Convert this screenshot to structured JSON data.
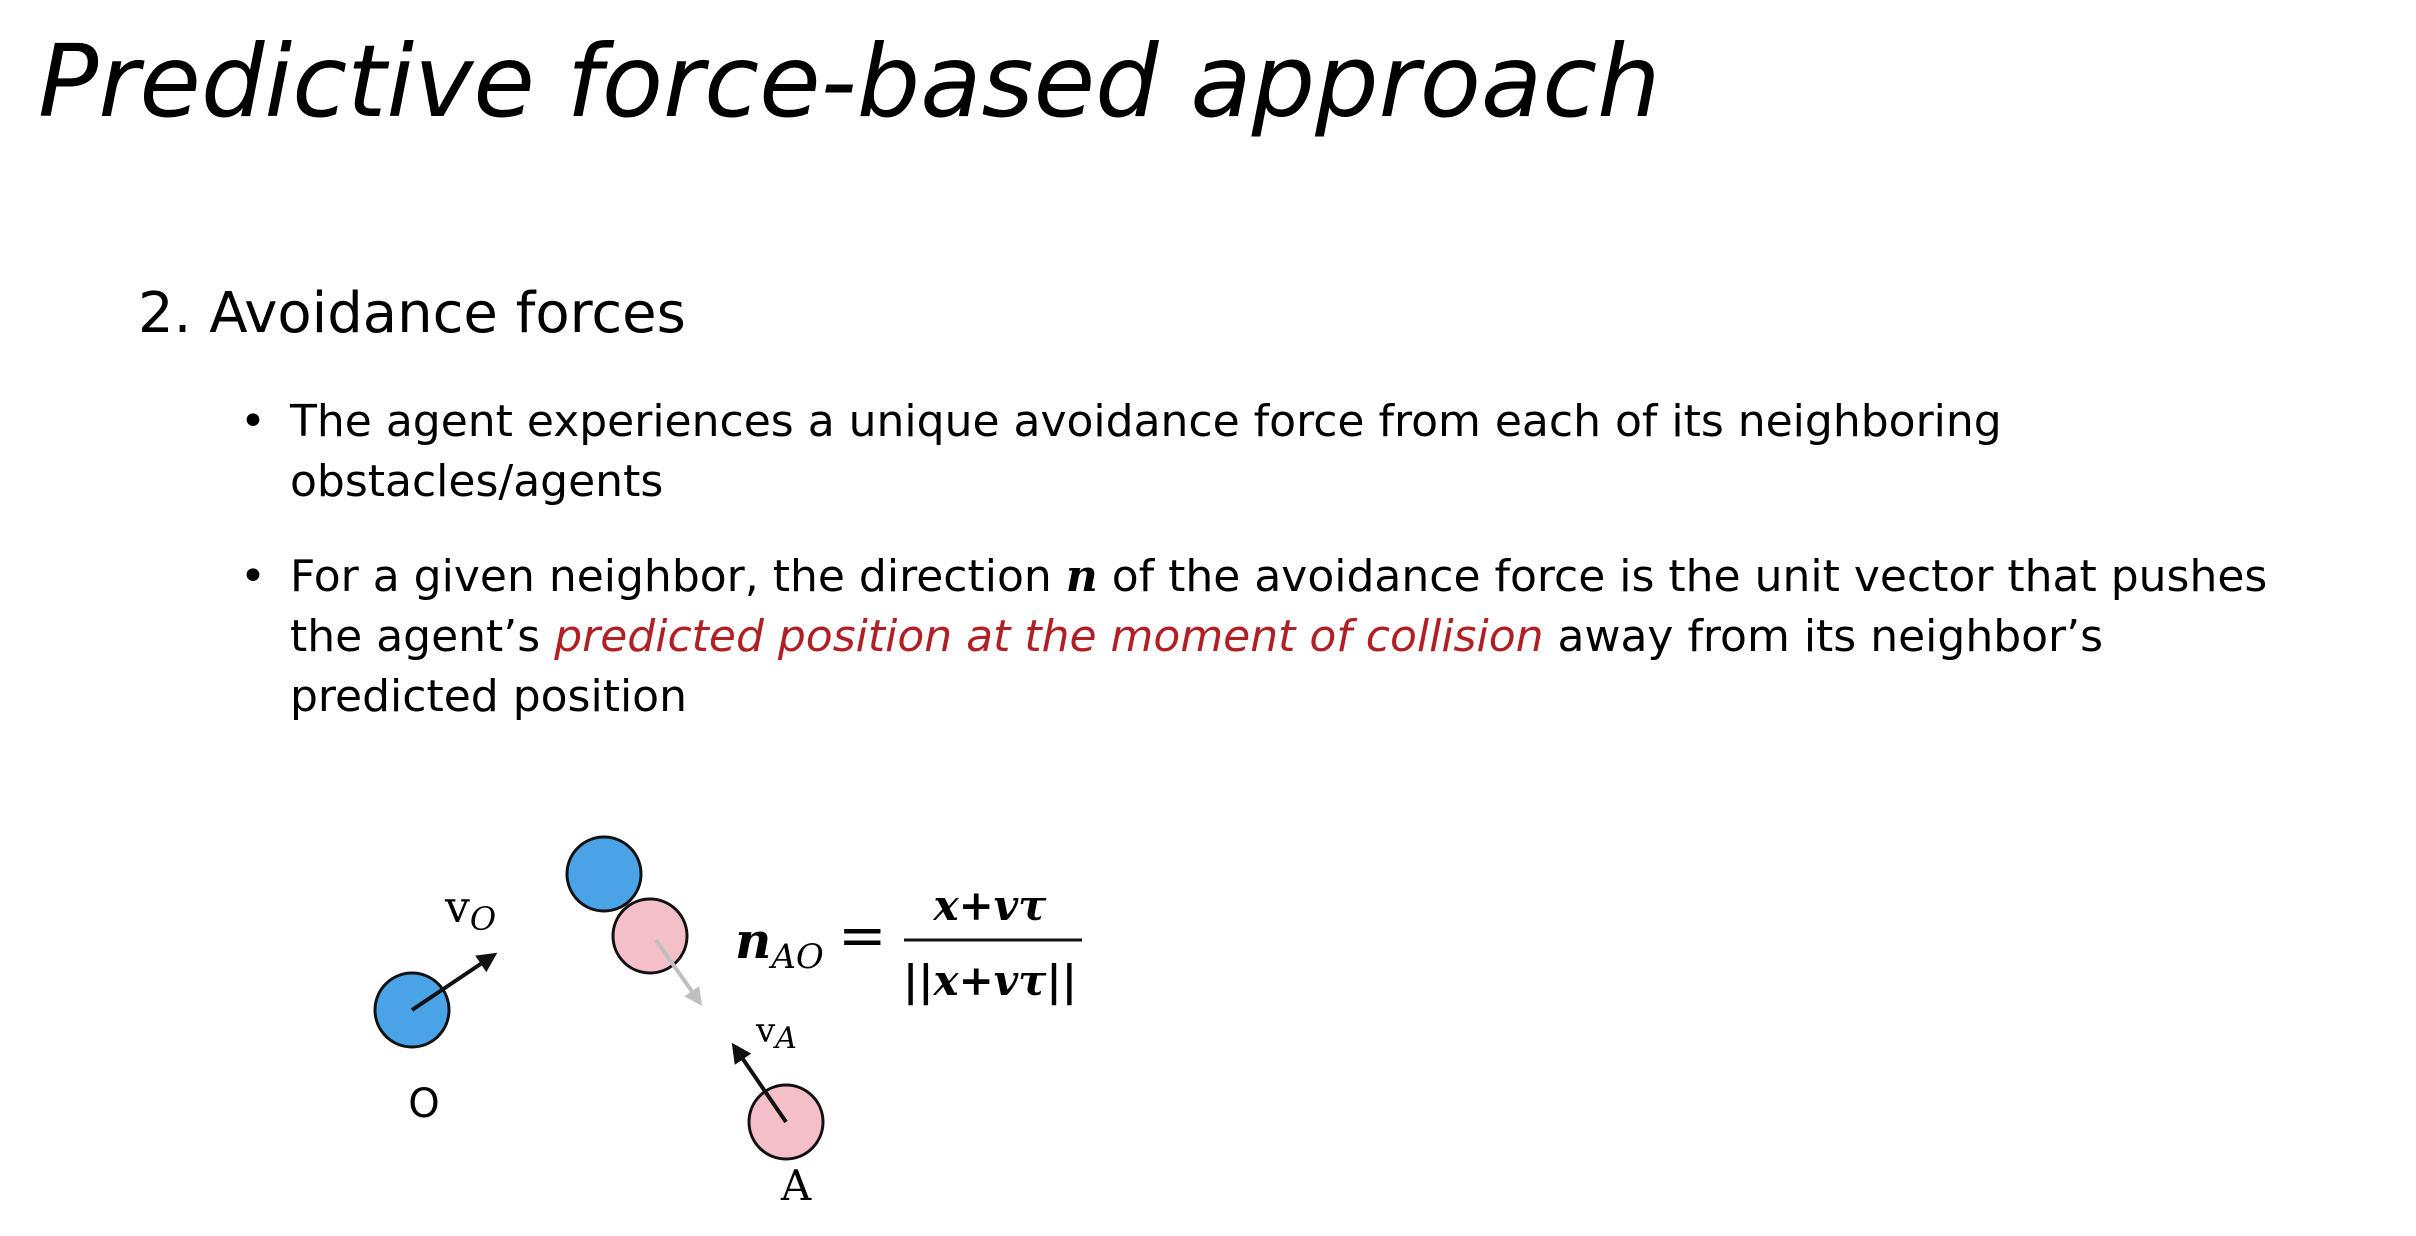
{
  "slide": {
    "title": "Predictive force-based approach",
    "heading": "2. Avoidance forces",
    "bullet_symbol": "•",
    "bullets": [
      {
        "line1": "The agent experiences a unique avoidance force from each of its neighboring",
        "line2": "obstacles/agents"
      },
      {
        "line1_before": "For a given neighbor, the direction ",
        "var": "n",
        "line1_after": " of the avoidance force is the unit vector that pushes",
        "line2_before": "the agent’s ",
        "highlight": "predicted position at the moment of collision",
        "line2_after": " away from its neighbor’s",
        "line3": "predicted position"
      }
    ]
  },
  "diagram": {
    "label_vo": "v",
    "label_vo_sub": "O",
    "label_va": "v",
    "label_va_sub": "A",
    "label_o": "O",
    "label_a": "A",
    "formula_lhs": "n",
    "formula_lhs_sub": "AO",
    "formula_eq": "=",
    "formula_num": "x+vτ",
    "formula_den": "||x+vτ||",
    "colors": {
      "obstacle_fill": "#4aa3e6",
      "agent_fill": "#f5bfc9",
      "outline": "#111111",
      "predicted_arrow": "#bfbfbf",
      "highlight_text": "#b01f24"
    }
  }
}
